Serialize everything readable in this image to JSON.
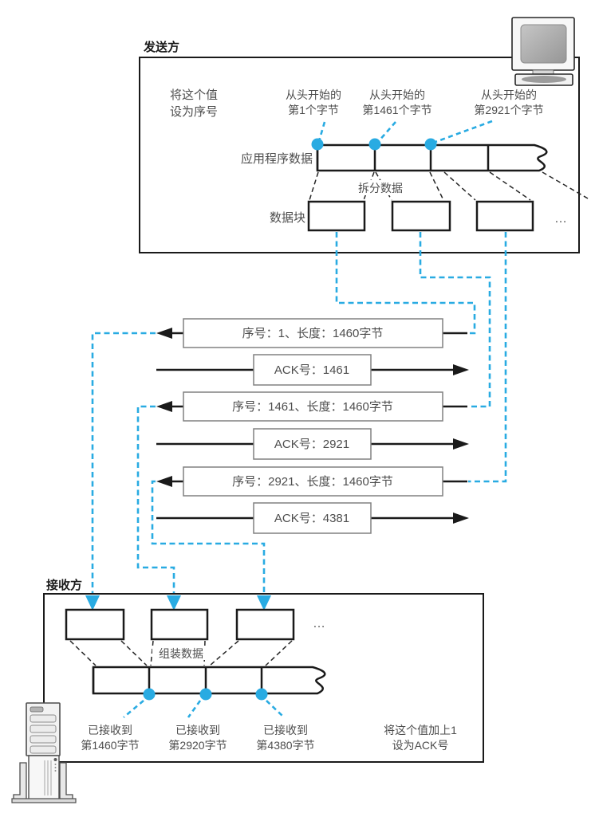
{
  "colors": {
    "accent_blue": "#29abe2",
    "line_black": "#1a1a1a",
    "box_border_gray": "#808080",
    "text_gray": "#4d4d4d"
  },
  "sender": {
    "title": "发送方",
    "seq_note_line1": "将这个值",
    "seq_note_line2": "设为序号",
    "byte_labels": [
      {
        "line1": "从头开始的",
        "line2": "第1个字节"
      },
      {
        "line1": "从头开始的",
        "line2": "第1461个字节"
      },
      {
        "line1": "从头开始的",
        "line2": "第2921个字节"
      }
    ],
    "app_data_label": "应用程序数据",
    "split_label": "拆分数据",
    "blocks_label": "数据块",
    "ellipsis": "…"
  },
  "exchange": {
    "seq1": "序号：1、长度：1460字节",
    "ack1": "ACK号：1461",
    "seq2": "序号：1461、长度：1460字节",
    "ack2": "ACK号：2921",
    "seq3": "序号：2921、长度：1460字节",
    "ack3": "ACK号：4381"
  },
  "receiver": {
    "title": "接收方",
    "assemble_label": "组装数据",
    "received_labels": [
      {
        "line1": "已接收到",
        "line2": "第1460字节"
      },
      {
        "line1": "已接收到",
        "line2": "第2920字节"
      },
      {
        "line1": "已接收到",
        "line2": "第4380字节"
      }
    ],
    "ack_note_line1": "将这个值加上1",
    "ack_note_line2": "设为ACK号",
    "ellipsis": "…"
  }
}
